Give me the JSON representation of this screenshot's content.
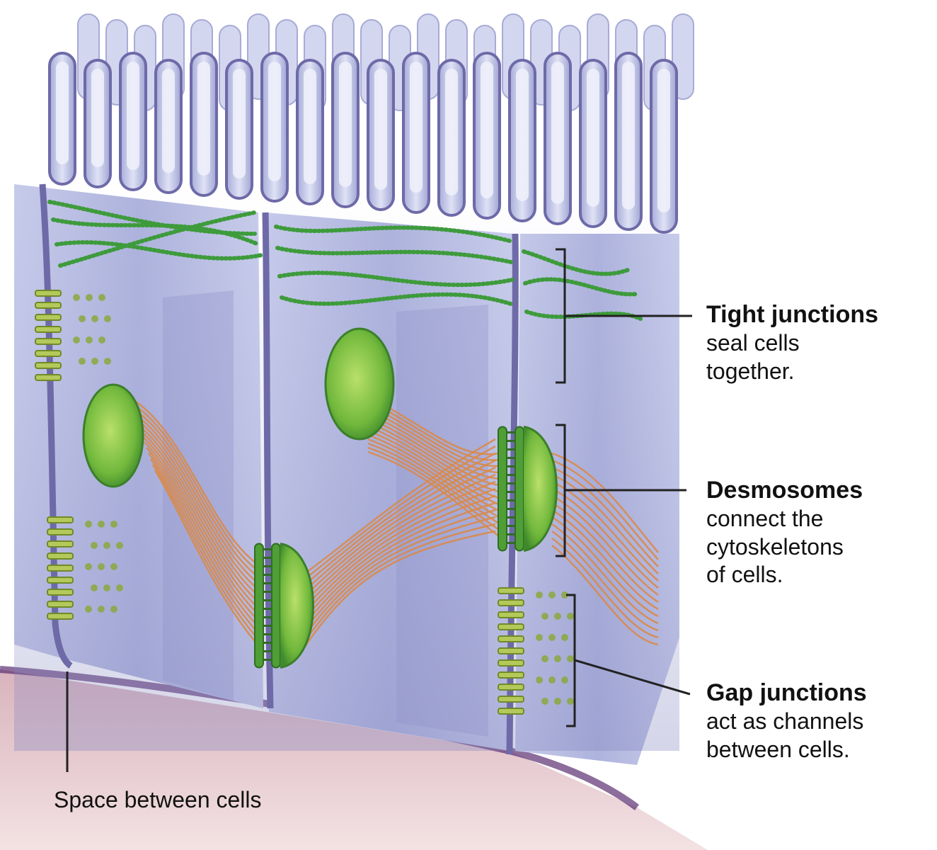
{
  "labels": {
    "tight": {
      "title": "Tight junctions",
      "lines": [
        "seal cells",
        "together."
      ]
    },
    "desmosomes": {
      "title": "Desmosomes",
      "lines": [
        "connect the",
        "cytoskeletons",
        "of cells."
      ]
    },
    "gap": {
      "title": "Gap junctions",
      "lines": [
        "act as channels",
        "between cells."
      ]
    },
    "space": "Space between cells"
  },
  "colors": {
    "cell": "#b9bfe3",
    "cell_dark": "#8c90c6",
    "membrane": "#6e6aa8",
    "basement": "#e7c9cc",
    "basement_edge": "#5b2f72",
    "tight_strand": "#3e9b3c",
    "desmosome": "#63b83b",
    "filament": "#d98a4a",
    "gap_channel": "#8aa83d"
  }
}
